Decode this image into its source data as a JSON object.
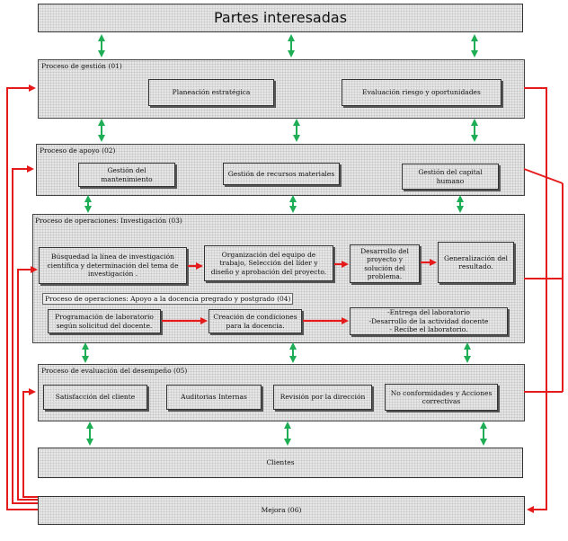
{
  "title": "Partes interesadas",
  "gestion": {
    "label": "Proceso de gestión (01)",
    "items": [
      "Planeación  estratégica",
      "Evaluación riesgo y oportunidades"
    ]
  },
  "apoyo": {
    "label": "Proceso de apoyo (02)",
    "items": [
      "Gestión del mantenimiento",
      "Gestión de recursos materiales",
      "Gestión del capital humano"
    ]
  },
  "operaciones": {
    "label": "Proceso de operaciones: Investigación  (03)",
    "items": [
      "Búsquedad la línea de investigación científica y determinación del tema de investigación .",
      "Organización del equipo de trabajo, Selección del líder  y diseño y aprobación del proyecto.",
      "Desarrollo del proyecto y solución del problema.",
      "Generalización del resultado."
    ]
  },
  "docencia": {
    "label": "Proceso de operaciones: Apoyo a la docencia pregrado y postgrado (04)",
    "items": [
      "Programación de laboratorio según solicitud del docente.",
      "Creación de condiciones para la docencia.",
      "-Entrega del laboratorio\n-Desarrollo de la actividad docente\n- Recibe el laboratorio."
    ]
  },
  "evaluacion": {
    "label": "Proceso de evaluación del desempeño (05)",
    "items": [
      "Satisfacción del cliente",
      "Auditorias Internas",
      "Revisión por la dirección",
      "No conformidades y Acciones correctivas"
    ]
  },
  "clientes": "Clientes",
  "mejora": "Mejora (06)",
  "colors": {
    "green": "#1fae55",
    "red": "#e51b1b"
  }
}
